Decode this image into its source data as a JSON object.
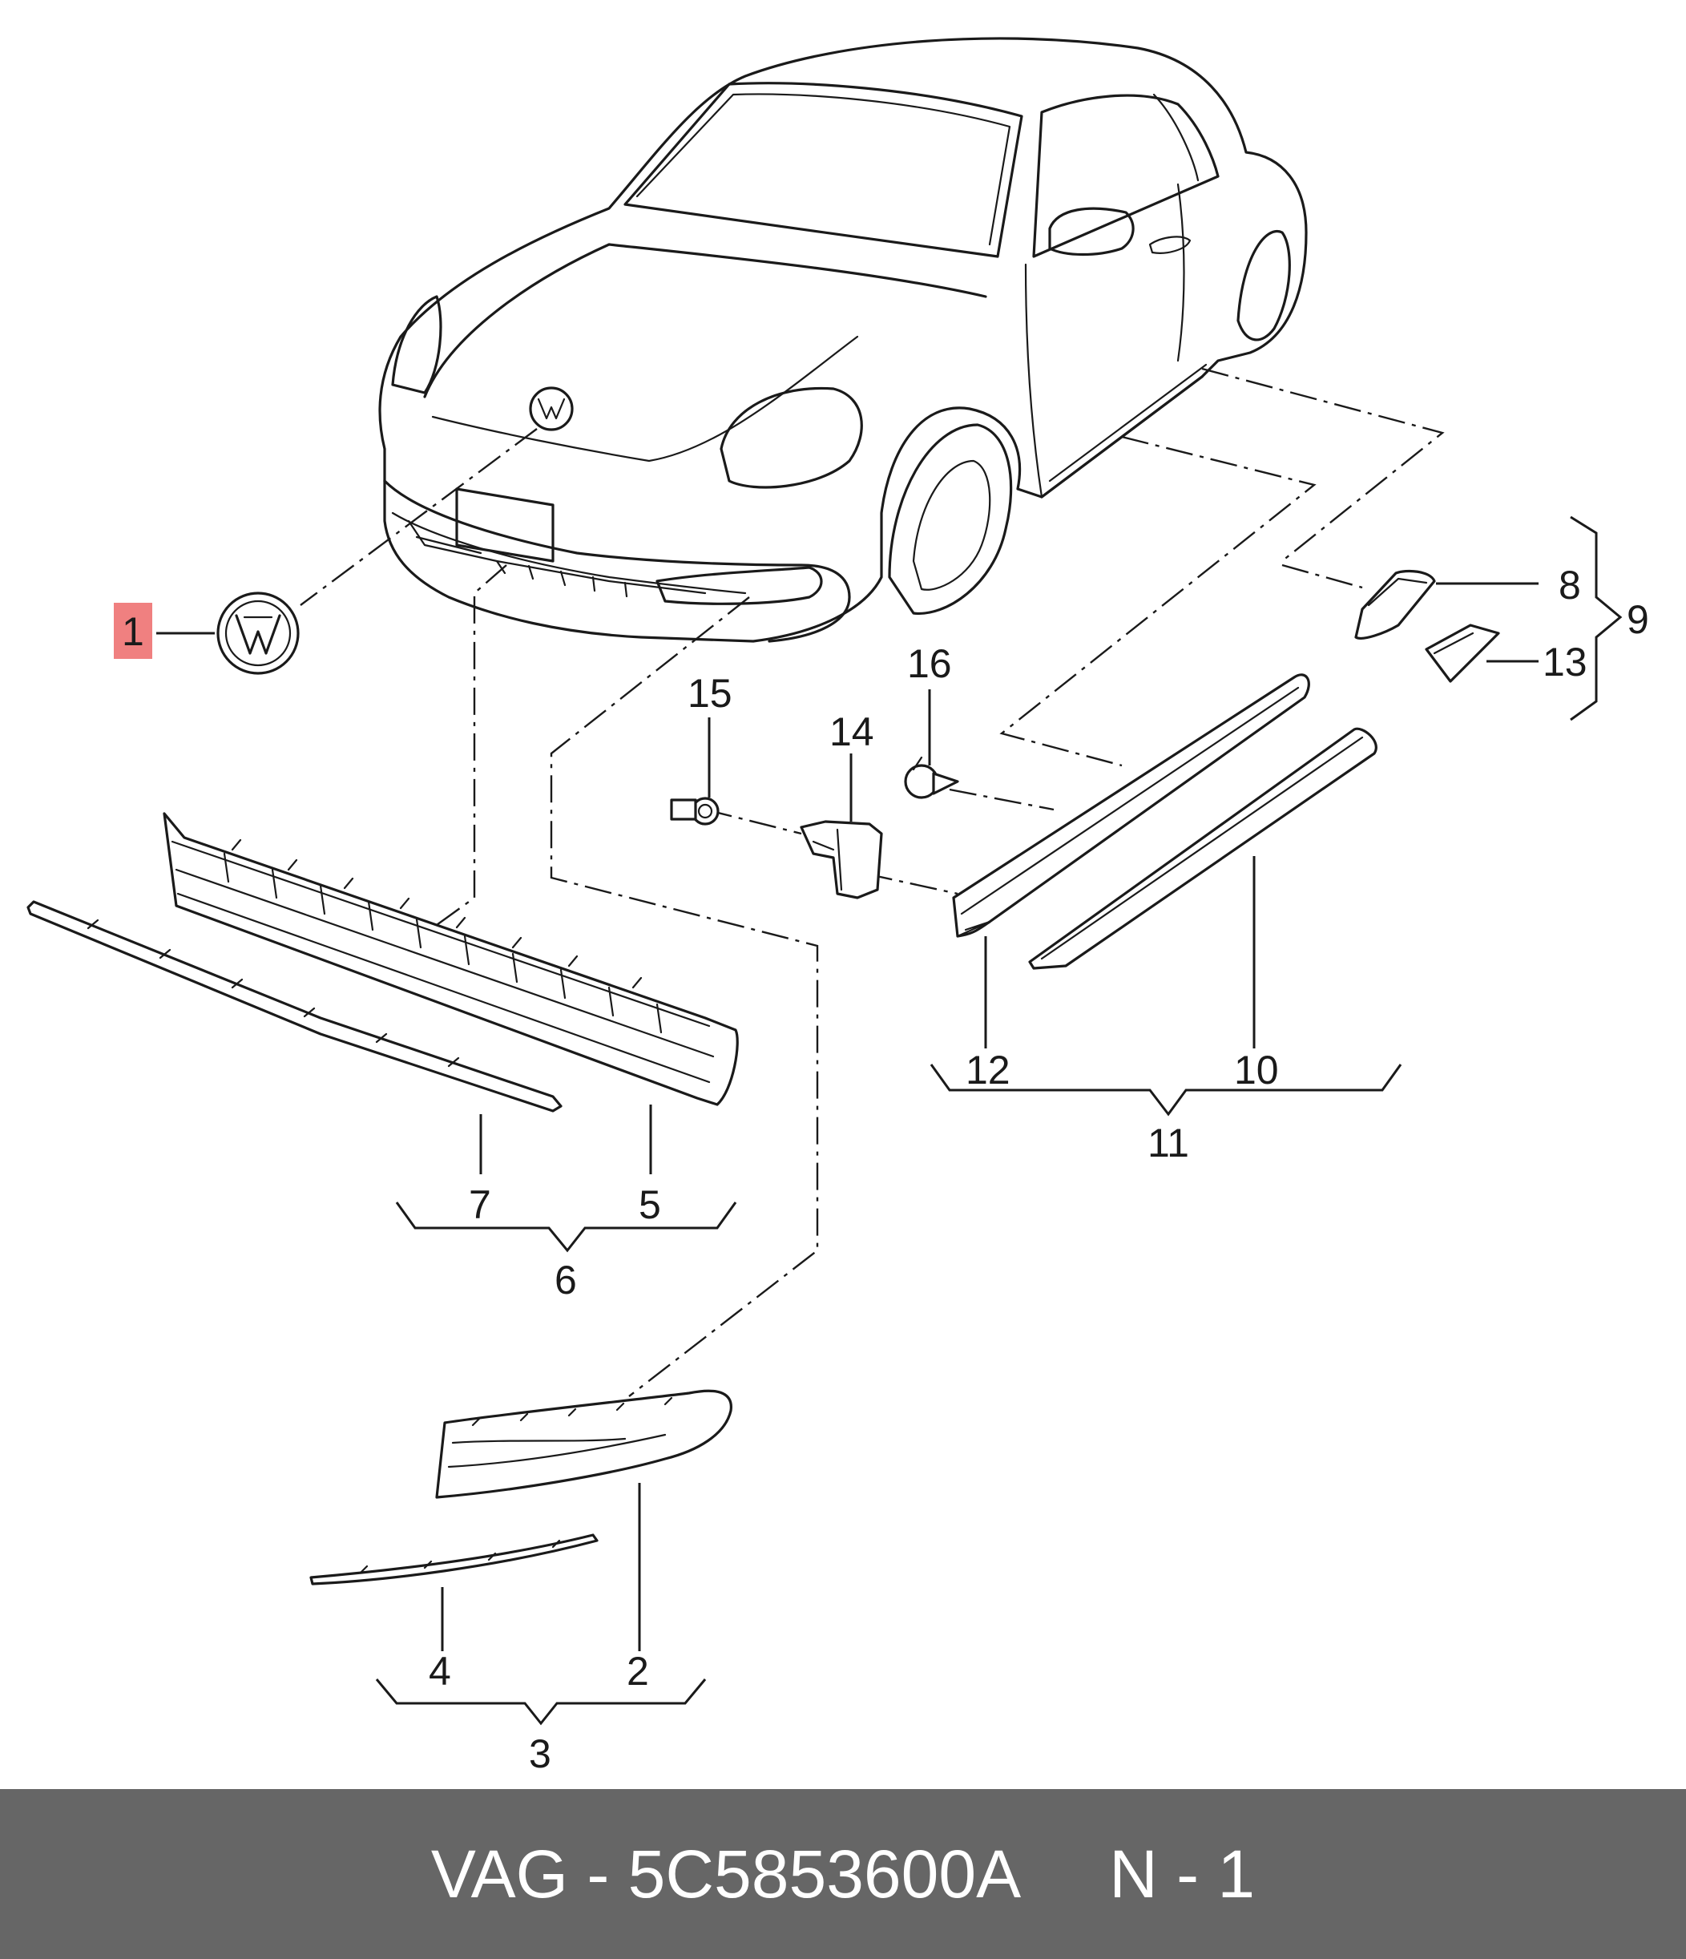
{
  "footer": {
    "brand": "VAG",
    "separator": " - ",
    "part_number": "5C5853600A",
    "position_label": "N - 1"
  },
  "highlight_color": "#f08080",
  "callouts": [
    {
      "id": "1",
      "label": "1",
      "highlighted": true
    },
    {
      "id": "2",
      "label": "2"
    },
    {
      "id": "3",
      "label": "3"
    },
    {
      "id": "4",
      "label": "4"
    },
    {
      "id": "5",
      "label": "5"
    },
    {
      "id": "6",
      "label": "6"
    },
    {
      "id": "7",
      "label": "7"
    },
    {
      "id": "8",
      "label": "8"
    },
    {
      "id": "9",
      "label": "9"
    },
    {
      "id": "10",
      "label": "10"
    },
    {
      "id": "11",
      "label": "11"
    },
    {
      "id": "12",
      "label": "12"
    },
    {
      "id": "13",
      "label": "13"
    },
    {
      "id": "14",
      "label": "14"
    },
    {
      "id": "15",
      "label": "15"
    },
    {
      "id": "16",
      "label": "16"
    }
  ]
}
